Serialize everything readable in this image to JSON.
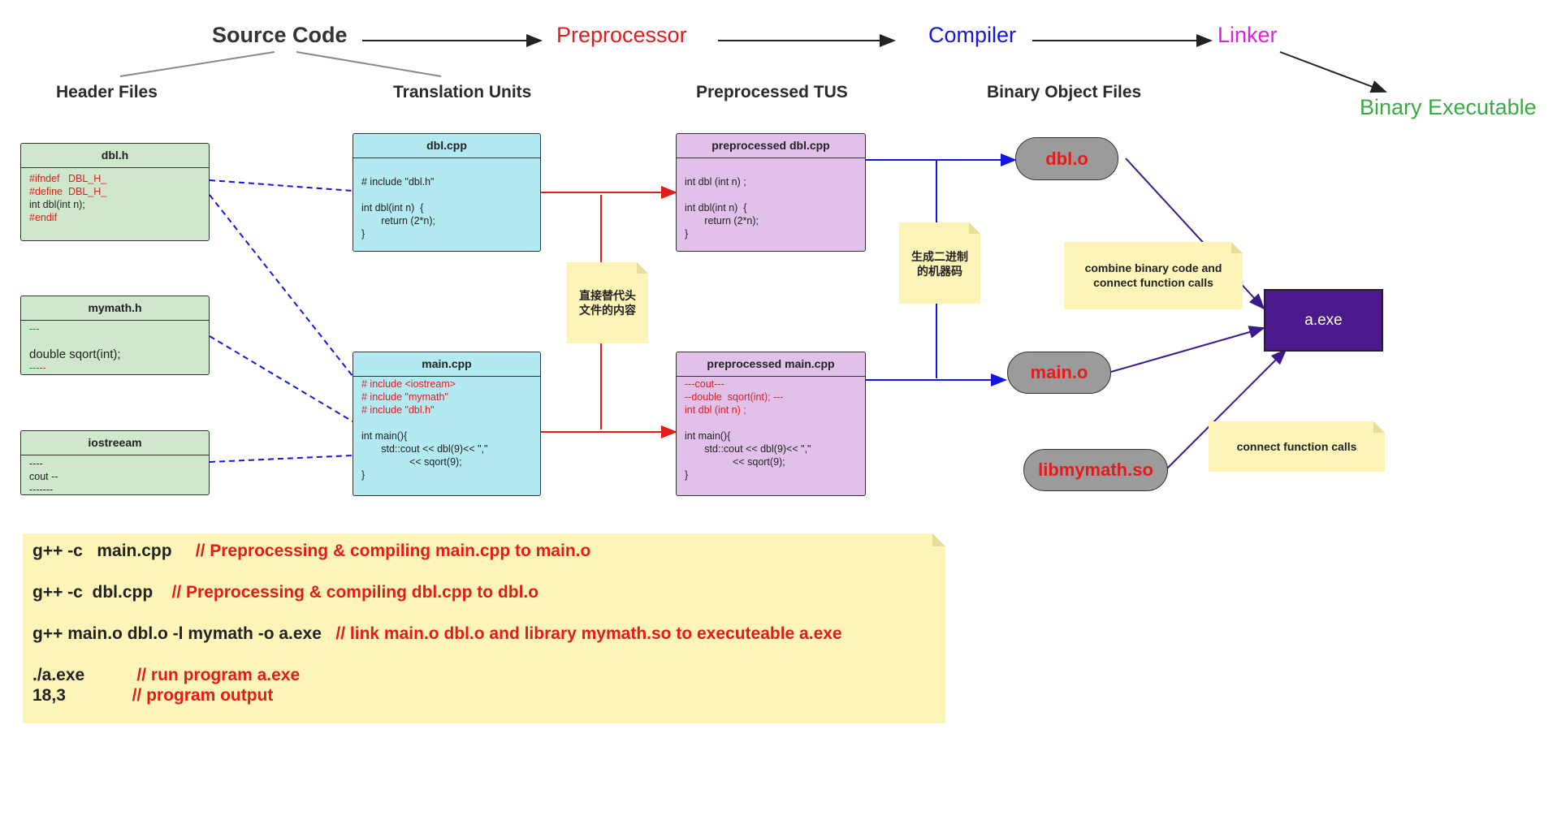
{
  "stages": {
    "source": "Source Code",
    "preprocessor": "Preprocessor",
    "compiler": "Compiler",
    "linker": "Linker",
    "binary": "Binary  Executable"
  },
  "headers": {
    "header_files": "Header  Files",
    "translation_units": "Translation Units",
    "preprocessed_tus": "Preprocessed TUS",
    "object_files": "Binary  Object Files"
  },
  "boxes": {
    "dbl_h": {
      "title": "dbl.h",
      "lines": [
        "#ifndef   DBL_H_",
        "#define  DBL_H_",
        "int dbl(int n);",
        "#endif"
      ]
    },
    "mymath_h": {
      "title": "mymath.h",
      "lines": [
        "---",
        "",
        "double sqort(int);",
        "-----"
      ]
    },
    "iostream": {
      "title": "iostreeam",
      "lines": [
        "----",
        "cout --",
        "-------"
      ]
    },
    "dbl_cpp": {
      "title": "dbl.cpp",
      "lines": [
        "",
        "# include \"dbl.h\"",
        "",
        "int dbl(int n)  {",
        "       return (2*n);",
        "}"
      ]
    },
    "main_cpp": {
      "title": "main.cpp",
      "lines": [
        "# include <iostream>",
        "# include \"mymath\"",
        "# include \"dbl.h\"",
        "",
        "int main(){",
        "       std::cout << dbl(9)<< \",\"",
        "                 << sqort(9);",
        "}"
      ]
    },
    "pre_dbl": {
      "title": "preprocessed dbl.cpp",
      "lines": [
        "",
        "int dbl (int n) ;",
        "",
        "int dbl(int n)  {",
        "       return (2*n);",
        "}"
      ]
    },
    "pre_main": {
      "title": "preprocessed  main.cpp",
      "lines": [
        "---cout---",
        "--double  sqort(int); ---",
        "int dbl (int n) ;",
        "",
        "int main(){",
        "       std::cout << dbl(9)<< \",\"",
        "                 << sqort(9);",
        "}"
      ]
    }
  },
  "notes": {
    "replace": "直接替代头\n文件的内容",
    "machine": "生成二进制\n的机器码",
    "combine": "combine binary code and\n connect function calls",
    "connect": "connect function calls"
  },
  "objects": {
    "dbl_o": "dbl.o",
    "main_o": "main.o",
    "lib": "libmymath.so",
    "exe": "a.exe"
  },
  "commands": [
    {
      "cmd": "g++ -c   main.cpp     ",
      "comment": "// Preprocessing & compiling main.cpp to main.o"
    },
    {
      "cmd": "g++ -c  dbl.cpp    ",
      "comment": "// Preprocessing & compiling dbl.cpp to dbl.o"
    },
    {
      "cmd": "g++ main.o dbl.o -l mymath -o a.exe   ",
      "comment": "// link main.o dbl.o and library mymath.so to executeable a.exe"
    },
    {
      "cmd": "./a.exe           ",
      "comment": "// run program a.exe"
    },
    {
      "cmd": "18,3              ",
      "comment": "// program output"
    }
  ],
  "colors": {
    "preprocessor": "#e31b1b",
    "compiler": "#1515e0",
    "linker": "#e21fe0",
    "binary": "#3aaa45",
    "exe": "#4a1a8c"
  }
}
